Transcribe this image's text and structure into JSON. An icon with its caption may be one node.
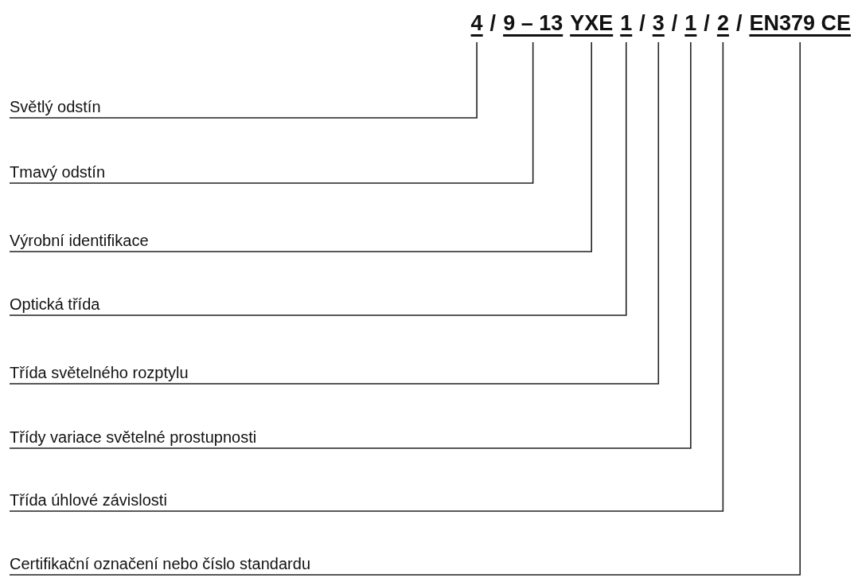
{
  "diagram": {
    "nodes": [
      {
        "text": [
          "Světlý odstín"
        ]
      },
      {
        "text": [
          "Tmavý odstín"
        ]
      },
      {
        "text": [
          "Výrobní identifikace"
        ]
      },
      {
        "text": [
          "Optická třída"
        ]
      },
      {
        "text": [
          "Třída světelného rozptylu"
        ]
      },
      {
        "text": [
          "Třídy variace světelné prostupnosti"
        ]
      },
      {
        "text": [
          "Třída úhlové závislosti"
        ]
      },
      {
        "text": [
          "Certifikační označení nebo číslo standardu"
        ]
      },
      {
        "text": [
          "4"
        ]
      },
      {
        "text": [
          "9 – 13"
        ]
      },
      {
        "text": [
          "YXE"
        ]
      },
      {
        "text": [
          "1"
        ]
      },
      {
        "text": [
          "3"
        ]
      },
      {
        "text": [
          "1"
        ]
      },
      {
        "text": [
          "2"
        ]
      },
      {
        "text": [
          "EN379 CE"
        ]
      }
    ],
    "edges": [
      {
        "from": 0,
        "to": 8,
        "arrow": "none"
      },
      {
        "from": 1,
        "to": 9,
        "arrow": "none"
      },
      {
        "from": 2,
        "to": 10,
        "arrow": "none"
      },
      {
        "from": 3,
        "to": 11,
        "arrow": "none"
      },
      {
        "from": 4,
        "to": 12,
        "arrow": "none"
      },
      {
        "from": 5,
        "to": 13,
        "arrow": "none"
      },
      {
        "from": 6,
        "to": 14,
        "arrow": "none"
      },
      {
        "from": 7,
        "to": 15,
        "arrow": "none"
      }
    ],
    "labels": [
      "/",
      "/",
      "/",
      "/",
      "/"
    ]
  }
}
